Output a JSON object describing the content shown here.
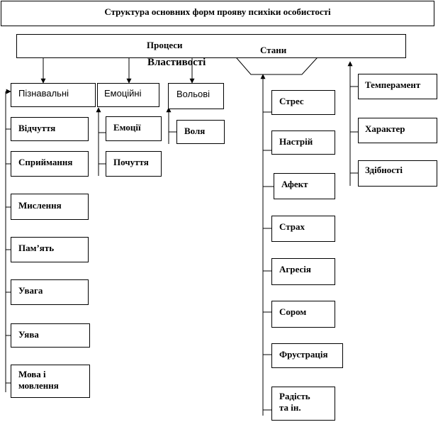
{
  "title": "Структура основних форм прояву психіки особистості",
  "processes": "Процеси",
  "properties": "Властивості",
  "states": "Стани",
  "cognitive": {
    "label": "Пізнавальні",
    "items": [
      "Відчуття",
      "Сприймання",
      "Мислення",
      "Пам’ять",
      "Увага",
      "Уява",
      "Мова і\nмовлення"
    ]
  },
  "emotional": {
    "label": "Емоційні",
    "items": [
      "Емоції",
      "Почуття"
    ]
  },
  "volitional": {
    "label": "Вольові",
    "items": [
      "Воля"
    ]
  },
  "state_items": [
    "Стрес",
    "Настрій",
    "Афект",
    "Страх",
    "Агресія",
    "Сором",
    "Фрустрація",
    "Радість\nта ін."
  ],
  "property_items": [
    "Темперамент",
    "Характер",
    "Здібності"
  ]
}
